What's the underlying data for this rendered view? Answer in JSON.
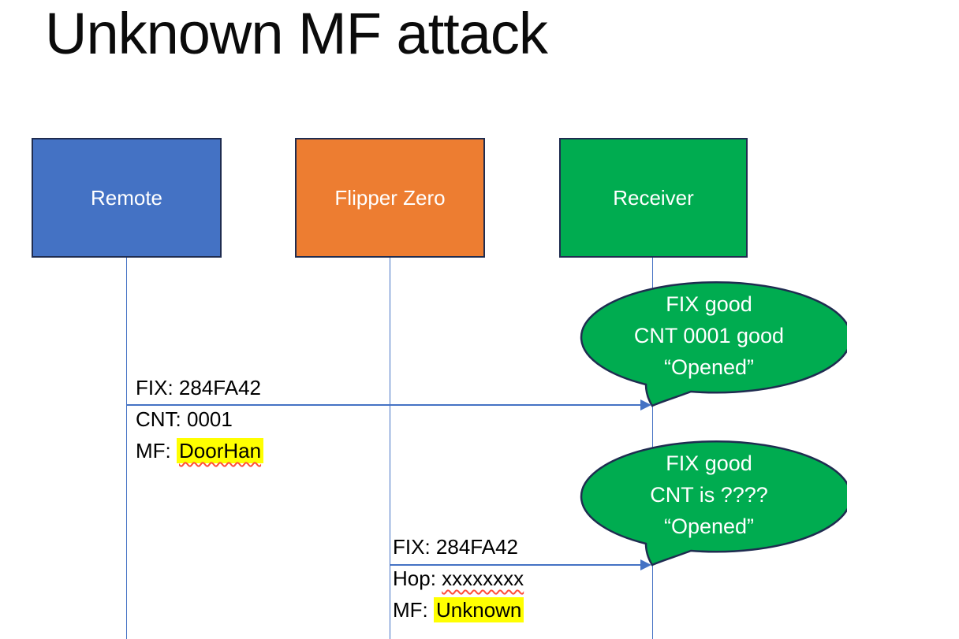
{
  "slide": {
    "title": "Unknown MF attack"
  },
  "actors": [
    {
      "label": "Remote"
    },
    {
      "label": "Flipper Zero"
    },
    {
      "label": "Receiver"
    }
  ],
  "messages": [
    {
      "from": "Remote",
      "to": "Receiver",
      "line1": "FIX: 284FA42",
      "line2": "CNT: 0001",
      "line3_prefix": "MF: ",
      "line3_highlighted": "DoorHan"
    },
    {
      "from": "Flipper Zero",
      "to": "Receiver",
      "line1": "FIX: 284FA42",
      "line2_prefix": "Hop: ",
      "line2_misspelled": "xxxxxxxx",
      "line3_prefix": "MF: ",
      "line3_highlighted": "Unknown"
    }
  ],
  "callouts": [
    {
      "line1": "FIX good",
      "line2": "CNT 0001 good",
      "line3": "“Opened”"
    },
    {
      "line1": "FIX good",
      "line2": "CNT is ????",
      "line3": "“Opened”"
    }
  ],
  "colors": {
    "remote-fill": "#4472C4",
    "flipper-fill": "#ED7D31",
    "receiver-fill": "#00AC50",
    "callout-fill": "#00AC50",
    "shape-border": "#1F2C50",
    "line-blue": "#4472C4",
    "highlight-yellow": "#FFFF00",
    "squiggle-red": "#FF4D3A"
  }
}
